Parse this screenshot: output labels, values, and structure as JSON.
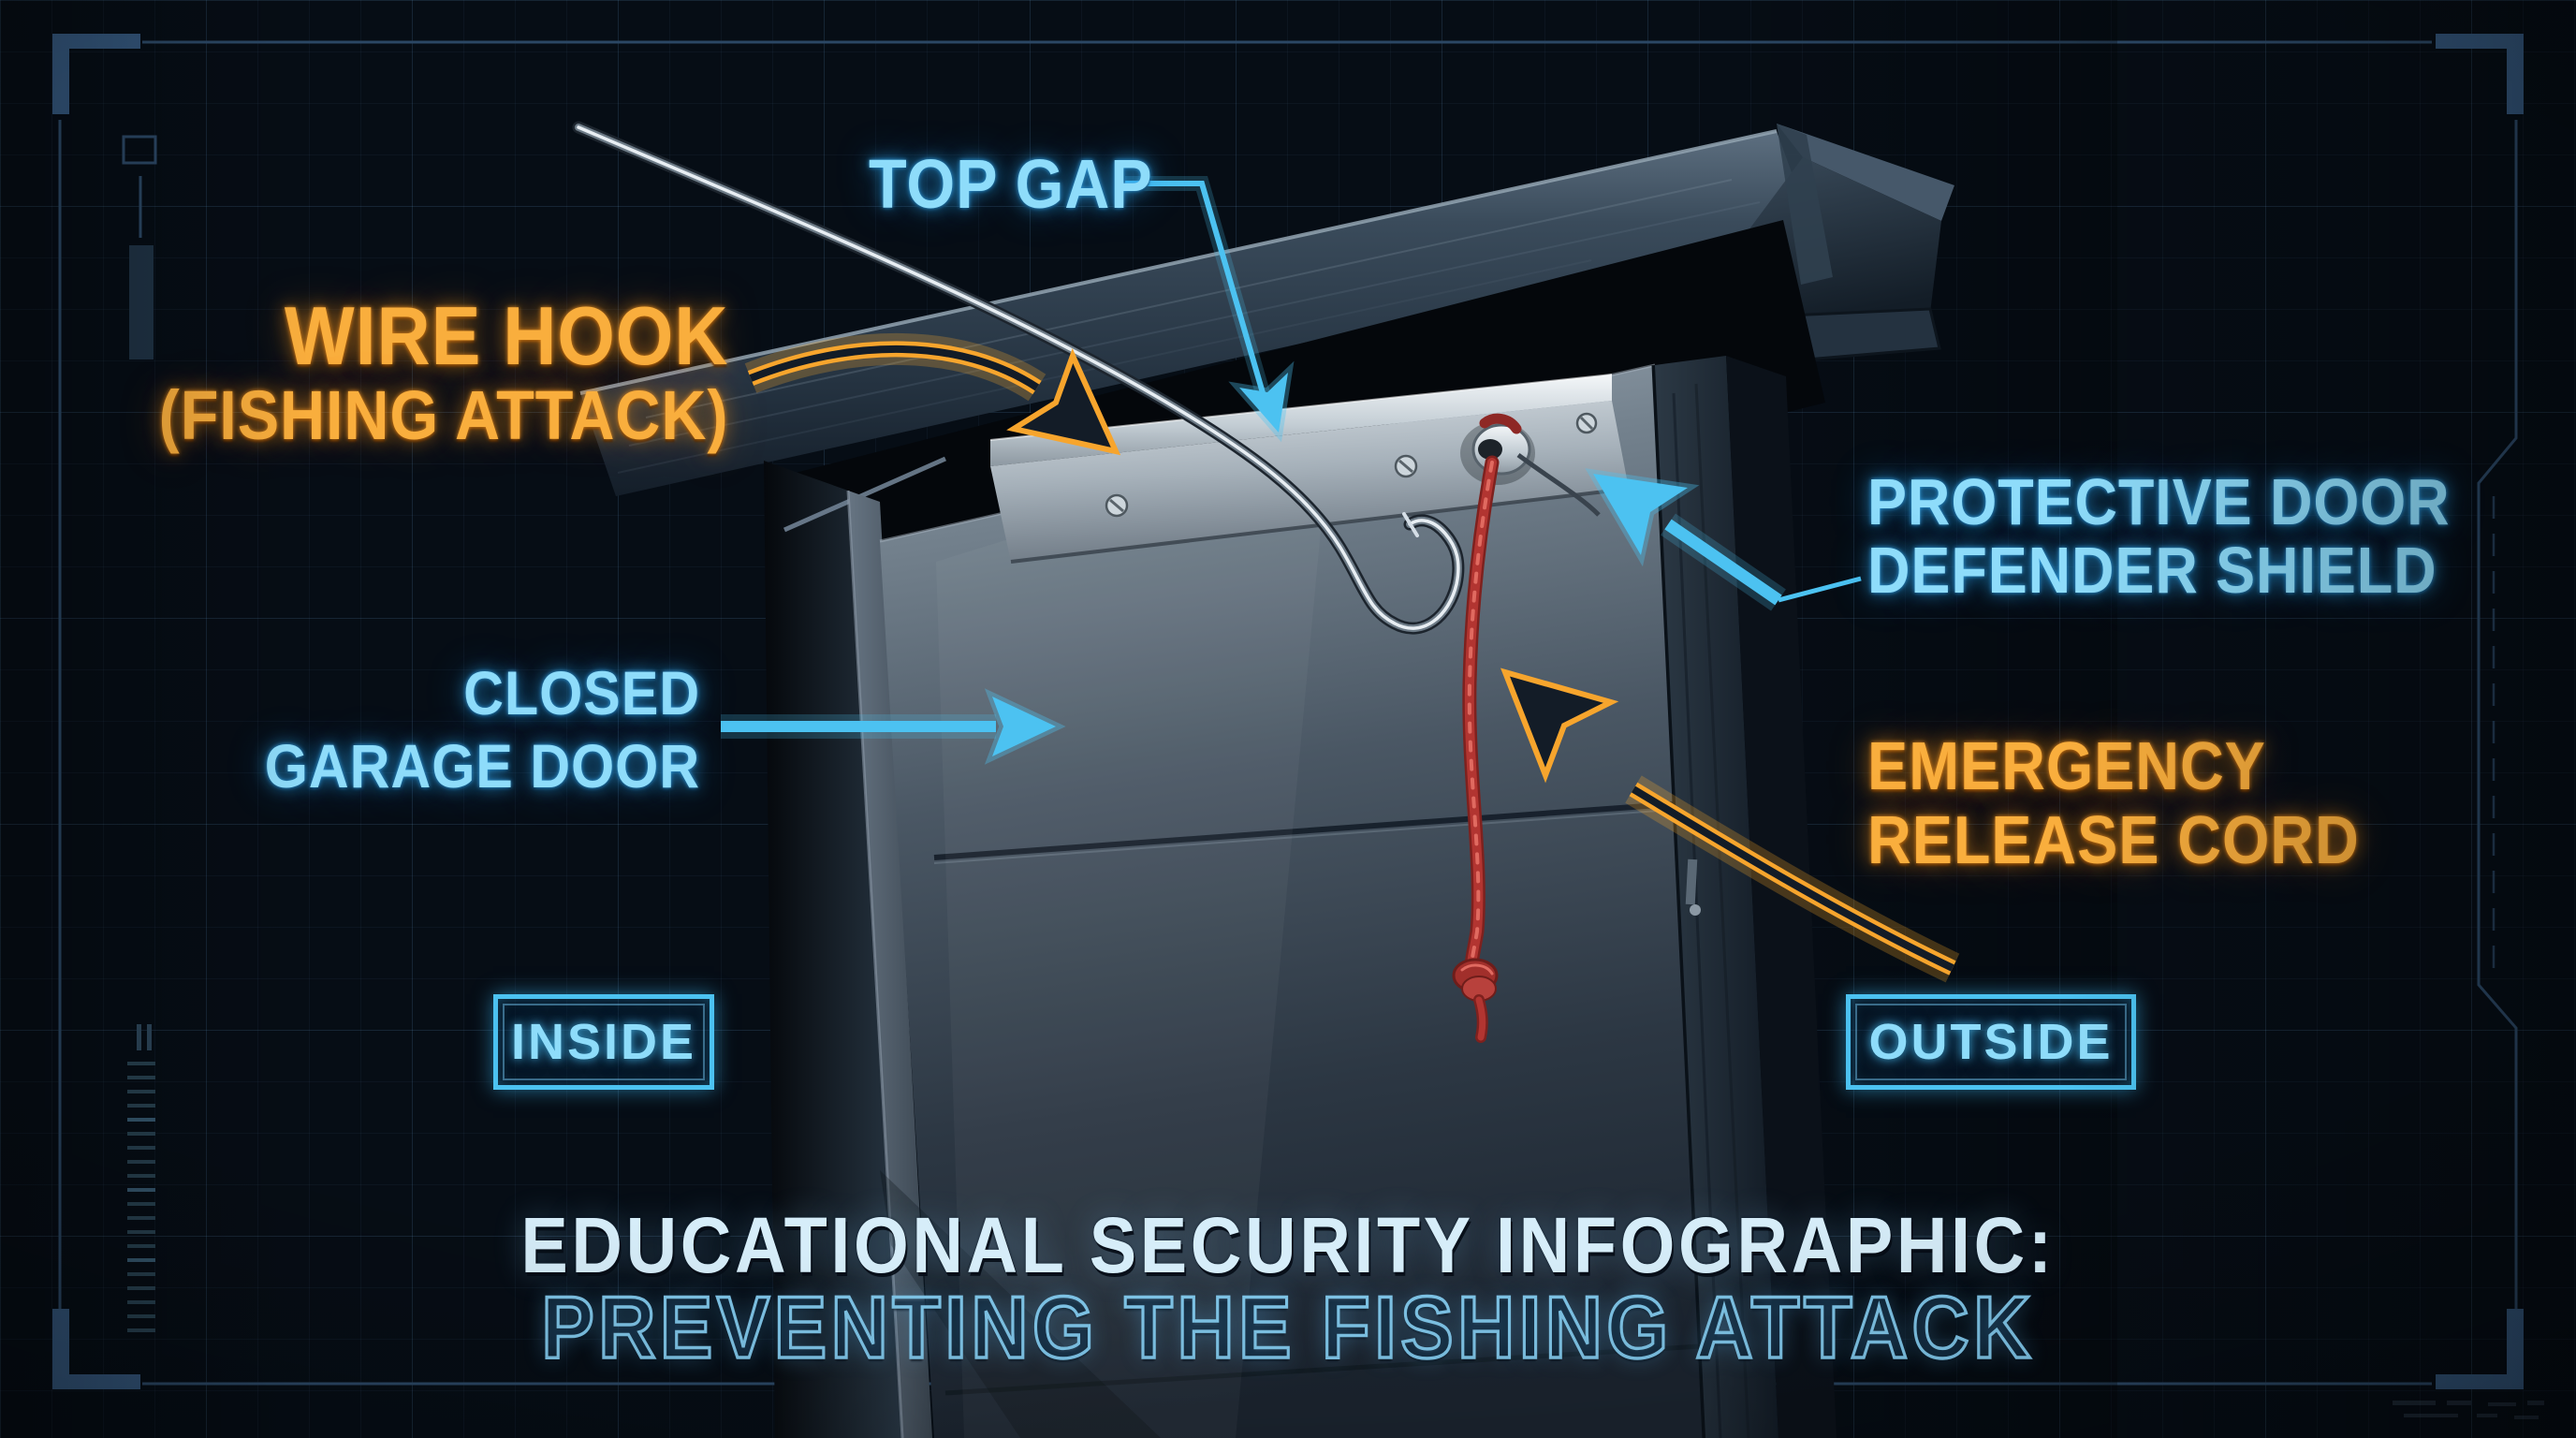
{
  "callouts": {
    "top_gap": {
      "text": "TOP GAP"
    },
    "wire_hook": {
      "line1": "WIRE HOOK",
      "line2": "(FISHING ATTACK)"
    },
    "closed_door": {
      "line1": "CLOSED",
      "line2": "GARAGE DOOR"
    },
    "defender_shield": {
      "line1": "PROTECTIVE DOOR",
      "line2": "DEFENDER SHIELD"
    },
    "emergency_cord": {
      "line1": "EMERGENCY",
      "line2": "RELEASE CORD"
    }
  },
  "zones": {
    "inside": "INSIDE",
    "outside": "OUTSIDE"
  },
  "title": {
    "line1": "EDUCATIONAL SECURITY INFOGRAPHIC:",
    "line2": "PREVENTING THE FISHING ATTACK"
  },
  "colors": {
    "accent_cyan": "#4cc2f1",
    "cyan_text": "#8edcfa",
    "accent_orange": "#f7a52d",
    "orange_text": "#f9ae3d",
    "cord_red": "#b23531",
    "background": "#060d15"
  }
}
